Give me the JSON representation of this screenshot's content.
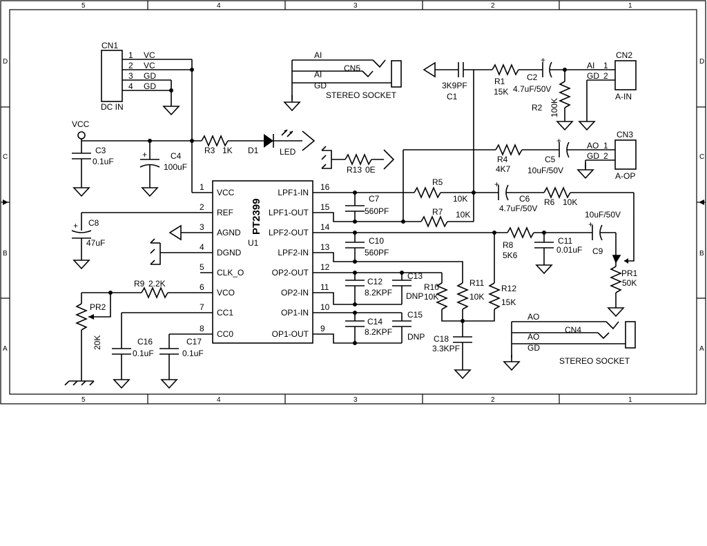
{
  "frame": {
    "columns": [
      "5",
      "4",
      "3",
      "2",
      "1"
    ],
    "rows": [
      "D",
      "C",
      "B",
      "A"
    ]
  },
  "ic": {
    "name": "PT2399",
    "ref": "U1",
    "left_pins": [
      {
        "num": "1",
        "name": "VCC"
      },
      {
        "num": "2",
        "name": "REF"
      },
      {
        "num": "3",
        "name": "AGND"
      },
      {
        "num": "4",
        "name": "DGND"
      },
      {
        "num": "5",
        "name": "CLK_O"
      },
      {
        "num": "6",
        "name": "VCO"
      },
      {
        "num": "7",
        "name": "CC1"
      },
      {
        "num": "8",
        "name": "CC0"
      }
    ],
    "right_pins": [
      {
        "num": "16",
        "name": "LPF1-IN"
      },
      {
        "num": "15",
        "name": "LPF1-OUT"
      },
      {
        "num": "14",
        "name": "LPF2-OUT"
      },
      {
        "num": "13",
        "name": "LPF2-IN"
      },
      {
        "num": "12",
        "name": "OP2-OUT"
      },
      {
        "num": "11",
        "name": "OP2-IN"
      },
      {
        "num": "10",
        "name": "OP1-IN"
      },
      {
        "num": "9",
        "name": "OP1-OUT"
      }
    ]
  },
  "cn1": {
    "ref": "CN1",
    "label": "DC IN",
    "pins": [
      {
        "num": "1",
        "name": "VC"
      },
      {
        "num": "2",
        "name": "VC"
      },
      {
        "num": "3",
        "name": "GD"
      },
      {
        "num": "4",
        "name": "GD"
      }
    ]
  },
  "cn2": {
    "ref": "CN2",
    "label": "A-IN",
    "pin1": "AI",
    "pin1num": "1",
    "pin2": "GD",
    "pin2num": "2"
  },
  "cn3": {
    "ref": "CN3",
    "label": "A-OP",
    "pin1": "AO",
    "pin1num": "1",
    "pin2": "GD",
    "pin2num": "2"
  },
  "cn4": {
    "ref": "CN4",
    "label": "STEREO SOCKET",
    "tip": "AO",
    "ring": "AO",
    "sleeve": "GD"
  },
  "cn5": {
    "ref": "CN5",
    "label": "STEREO SOCKET",
    "tip": "AI",
    "ring": "AI",
    "sleeve": "GD"
  },
  "vcc_label": "VCC",
  "parts": {
    "c1": {
      "ref": "C1",
      "value": "3K9PF"
    },
    "c2": {
      "ref": "C2",
      "value": "4.7uF/50V"
    },
    "c3": {
      "ref": "C3",
      "value": "0.1uF"
    },
    "c4": {
      "ref": "C4",
      "value": "100uF"
    },
    "c5": {
      "ref": "C5",
      "value": "10uF/50V"
    },
    "c6": {
      "ref": "C6",
      "value": "4.7uF/50V"
    },
    "c7": {
      "ref": "C7",
      "value": "560PF"
    },
    "c8": {
      "ref": "C8",
      "value": "47uF"
    },
    "c9": {
      "ref": "C9",
      "value": "10uF/50V"
    },
    "c10": {
      "ref": "C10",
      "value": "560PF"
    },
    "c11": {
      "ref": "C11",
      "value": "0.01uF"
    },
    "c12": {
      "ref": "C12",
      "value": "8.2KPF"
    },
    "c13": {
      "ref": "C13",
      "value": "DNP"
    },
    "c14": {
      "ref": "C14",
      "value": "8.2KPF"
    },
    "c15": {
      "ref": "C15",
      "value": "DNP"
    },
    "c16": {
      "ref": "C16",
      "value": "0.1uF"
    },
    "c17": {
      "ref": "C17",
      "value": "0.1uF"
    },
    "c18": {
      "ref": "C18",
      "value": "3.3KPF"
    },
    "r1": {
      "ref": "R1",
      "value": "15K"
    },
    "r2": {
      "ref": "R2",
      "value": "100K"
    },
    "r3": {
      "ref": "R3",
      "value": "1K"
    },
    "r4": {
      "ref": "R4",
      "value": "4K7"
    },
    "r5": {
      "ref": "R5",
      "value": "10K"
    },
    "r6": {
      "ref": "R6",
      "value": "10K"
    },
    "r7": {
      "ref": "R7",
      "value": "10K"
    },
    "r8": {
      "ref": "R8",
      "value": "5K6"
    },
    "r9": {
      "ref": "R9",
      "value": "2.2K"
    },
    "r10": {
      "ref": "R10",
      "value": "10K"
    },
    "r11": {
      "ref": "R11",
      "value": "10K"
    },
    "r12": {
      "ref": "R12",
      "value": "15K"
    },
    "r13": {
      "ref": "R13",
      "value": "0E"
    },
    "d1": {
      "ref": "D1",
      "value": "LED"
    },
    "pr1": {
      "ref": "PR1",
      "value": "50K"
    },
    "pr2": {
      "ref": "PR2",
      "value": "20K"
    }
  },
  "polarity_mark": "+"
}
